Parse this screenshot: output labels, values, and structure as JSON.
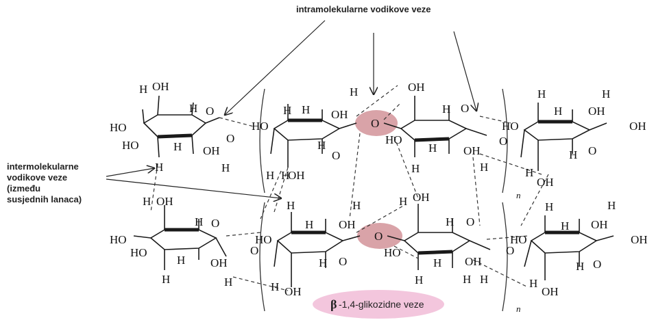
{
  "labels": {
    "intramolecular": "intramolekularne vodikove veze",
    "intermolecular": [
      "intermolekularne",
      "vodikove veze",
      "(između",
      "susjednih  lanaca)"
    ],
    "glycosidic_beta": "β",
    "glycosidic_rest": "-1,4-glikozidne veze"
  },
  "atoms": {
    "H": "H",
    "O": "O",
    "OH": "OH",
    "HO": "HO",
    "n": "n"
  },
  "colors": {
    "highlight": "#d9a3a8",
    "label_ellipse": "#f3c6dd",
    "line": "#1a1a1a"
  }
}
